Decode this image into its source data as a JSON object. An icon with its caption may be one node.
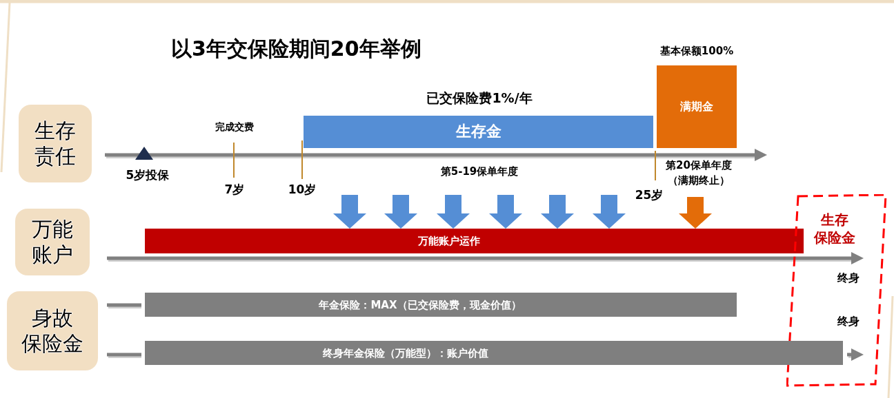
{
  "diagram": {
    "title": "以3年交保险期间20年举例",
    "nodes": [
      {
        "text": [
          "生存责任"
        ]
      },
      {
        "text": [
          "生存金"
        ],
        "beside": [
          "已交保险费1%/年"
        ]
      },
      {
        "text": [
          "满期金"
        ],
        "beside": [
          "基本保额100%"
        ]
      },
      {
        "text": [
          "万能账户"
        ]
      },
      {
        "text": [
          "万能账户运作"
        ]
      },
      {
        "text": [
          "生存保险金"
        ]
      },
      {
        "text": [
          "身故保险金"
        ]
      },
      {
        "text": [
          "年金保险：MAX（已交保险费，现金价值）"
        ]
      },
      {
        "text": [
          "终身年金保险（万能型）：账户价值"
        ]
      }
    ],
    "edges": [
      {
        "from": null,
        "to": 4,
        "arrow": "to"
      },
      {
        "from": null,
        "to": 4,
        "arrow": "to"
      },
      {
        "from": null,
        "to": 4,
        "arrow": "to"
      },
      {
        "from": null,
        "to": 4,
        "arrow": "to"
      },
      {
        "from": null,
        "to": 4,
        "arrow": "to"
      },
      {
        "from": null,
        "to": 4,
        "arrow": "to"
      },
      {
        "from": null,
        "to": 4,
        "arrow": "to",
        "color": "#e36c09"
      }
    ],
    "labels": [
      "完成交费",
      "5岁投保",
      "第5-19保单年度",
      "第20保单年度（满期终止）",
      "7岁",
      "10岁",
      "25岁",
      "终身",
      "终身"
    ]
  }
}
